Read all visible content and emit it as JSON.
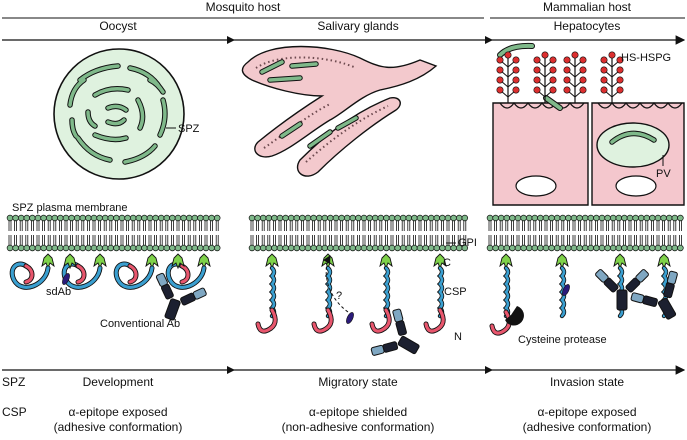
{
  "header": {
    "mosquito_host": "Mosquito host",
    "mammalian_host": "Mammalian host"
  },
  "stages": [
    {
      "label": "Oocyst"
    },
    {
      "label": "Salivary glands"
    },
    {
      "label": "Hepatocytes"
    }
  ],
  "labels": {
    "spz": "SPZ",
    "hs_hspg": "HS-HSPG",
    "pv": "PV",
    "membrane": "SPZ plasma membrane",
    "sdab": "sdAb",
    "conventional_ab": "Conventional Ab",
    "gpi": "GPI",
    "c_term": "C",
    "csp": "CSP",
    "n_term": "N",
    "question": "?",
    "cysteine_protease": "Cysteine protease"
  },
  "footer": {
    "row1_label": "SPZ",
    "row2_label": "CSP",
    "states": [
      {
        "state": "Development",
        "line1": "α-epitope exposed",
        "line2": "(adhesive conformation)"
      },
      {
        "state": "Migratory state",
        "line1": "α-epitope shielded",
        "line2": "(non-adhesive conformation)"
      },
      {
        "state": "Invasion state",
        "line1": "α-epitope exposed",
        "line2": "(adhesive conformation)"
      }
    ]
  },
  "colors": {
    "membrane_green": "#7fb98a",
    "spz_fill": "#dff2df",
    "gland_pink": "#f3c9cd",
    "cell_pink": "#f4c7cd",
    "protein_blue": "#3a9fd0",
    "protein_pink": "#e8566d",
    "anchor_green": "#7fd24a",
    "antibody_dark": "#1c2030",
    "antibody_light": "#7fa7c2",
    "sdab_purple": "#2b1b7a",
    "hspg_red": "#dc2f2f"
  }
}
